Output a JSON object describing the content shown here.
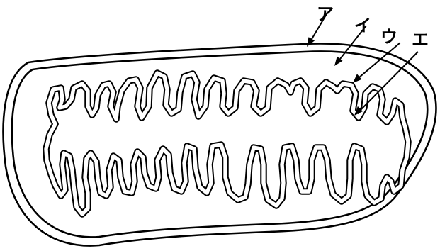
{
  "diagram": {
    "labels": {
      "a": "ア",
      "i": "イ",
      "u": "ウ",
      "e": "エ"
    },
    "colors": {
      "line": "#000000",
      "background": "#ffffff"
    }
  }
}
